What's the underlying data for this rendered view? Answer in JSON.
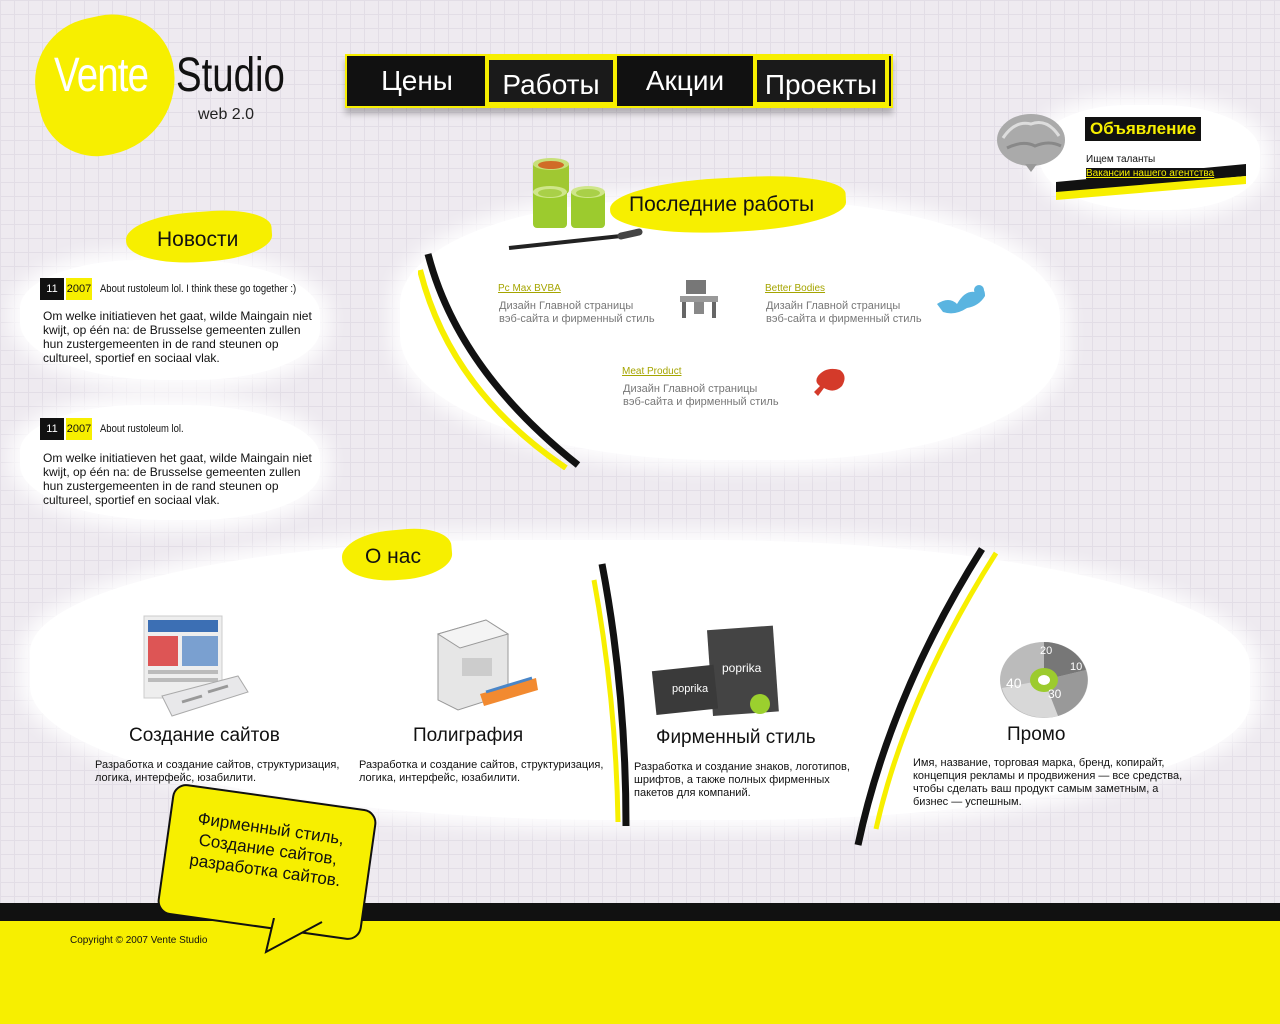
{
  "colors": {
    "accent": "#f7ef00",
    "dark": "#111111",
    "link": "#a5a500"
  },
  "logo": {
    "word1": "Vente",
    "word2": "Studio",
    "tagline": "web 2.0"
  },
  "nav": {
    "items": [
      "Цены",
      "Работы",
      "Акции",
      "Проекты"
    ],
    "active": [
      "Работы",
      "Проекты"
    ]
  },
  "announcement": {
    "title": "Объявление",
    "text": "Ищем таланты",
    "link": "Вакансии нашего агентства"
  },
  "news": {
    "title": "Новости",
    "items": [
      {
        "day": "11",
        "year": "2007",
        "title": "About rustoleum lol. I think these go together :)",
        "body": "Om welke initiatieven het gaat, wilde Maingain niet kwijt, op één na: de Brusselse gemeenten zullen hun zustergemeenten in de rand steunen op cultureel, sportief en sociaal vlak."
      },
      {
        "day": "11",
        "year": "2007",
        "title": "About rustoleum lol.",
        "body": "Om welke initiatieven het gaat, wilde Maingain niet kwijt, op één na: de Brusselse gemeenten zullen hun zustergemeenten in de rand steunen op cultureel, sportief en sociaal vlak."
      }
    ]
  },
  "works": {
    "title": "Последние работы",
    "items": [
      {
        "name": "Pc Max BVBA",
        "line1": "Дизайн Главной страницы",
        "line2": "вэб-сайта и фирменный стиль",
        "icon": "desk-icon"
      },
      {
        "name": "Better Bodies",
        "line1": "Дизайн Главной страницы",
        "line2": "вэб-сайта и фирменный стиль",
        "icon": "figure-icon"
      },
      {
        "name": "Meat Product",
        "line1": "Дизайн Главной страницы",
        "line2": "вэб-сайта и фирменный стиль",
        "icon": "meat-icon"
      }
    ]
  },
  "about": {
    "title": "О нас",
    "services": [
      {
        "title": "Создание сайтов",
        "desc": "Разработка и создание сайтов, структуризация, логика, интерфейс, юзабилити.",
        "icon": "website-icon"
      },
      {
        "title": "Полиграфия",
        "desc": "Разработка и создание сайтов, структуризация, логика, интерфейс, юзабилити.",
        "icon": "printer-icon"
      },
      {
        "title": "Фирменный стиль",
        "desc": "Разработка и создание знаков, логотипов, шрифтов, а также полных фирменных пакетов для компаний.",
        "icon": "branding-icon",
        "brand_word": "poprika"
      },
      {
        "title": "Промо",
        "desc": "Имя, название, торговая марка, бренд, копирайт, концепция рекламы и продвижения — все средства, чтобы сделать ваш продукт самым заметным, а бизнес — успешным.",
        "icon": "disc-icon",
        "disc_labels": [
          "20",
          "10",
          "30",
          "40"
        ]
      }
    ]
  },
  "bubble": {
    "lines": [
      "Фирменный стиль,",
      "Создание сайтов,",
      "разработка сайтов."
    ]
  },
  "footer": {
    "copyright": "Copyright © 2007 Vente Studio"
  }
}
